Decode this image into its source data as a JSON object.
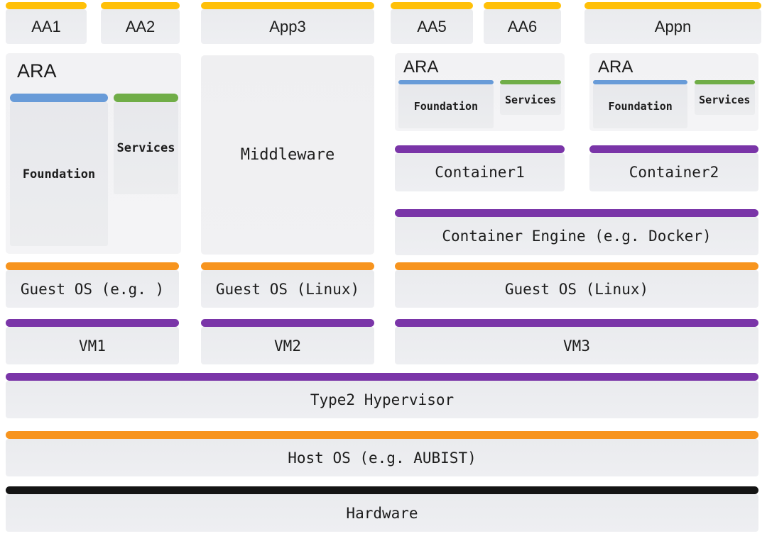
{
  "palette": {
    "gold": "#FFC008",
    "orange": "#F7941E",
    "purple": "#7A35A8",
    "blue": "#689BD8",
    "green": "#70AD47",
    "black": "#141414",
    "text": "#1C1C1C"
  },
  "top_apps": [
    {
      "label": "AA1"
    },
    {
      "label": "AA2"
    },
    {
      "label": "App3"
    },
    {
      "label": "AA5"
    },
    {
      "label": "AA6"
    },
    {
      "label": "Appn"
    }
  ],
  "ara_left": {
    "title": "ARA",
    "foundation": "Foundation",
    "services": "Services"
  },
  "middleware": {
    "label": "Middleware"
  },
  "ara_right": [
    {
      "title": "ARA",
      "foundation": "Foundation",
      "services": "Services"
    },
    {
      "title": "ARA",
      "foundation": "Foundation",
      "services": "Services"
    }
  ],
  "containers": [
    {
      "label": "Container1"
    },
    {
      "label": "Container2"
    }
  ],
  "container_engine": {
    "label": "Container Engine (e.g. Docker)"
  },
  "guest_os": [
    {
      "label": "Guest OS (e.g. )"
    },
    {
      "label": "Guest OS (Linux)"
    },
    {
      "label": "Guest OS (Linux)"
    }
  ],
  "vms": [
    {
      "label": "VM1"
    },
    {
      "label": "VM2"
    },
    {
      "label": "VM3"
    }
  ],
  "hypervisor": {
    "label": "Type2 Hypervisor"
  },
  "host_os": {
    "label": "Host OS (e.g. AUBIST)"
  },
  "hardware": {
    "label": "Hardware"
  }
}
